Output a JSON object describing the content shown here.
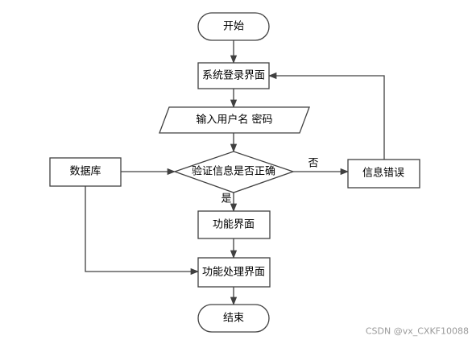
{
  "nodes": {
    "start": "开始",
    "login": "系统登录界面",
    "input": "输入用户名 密码",
    "check": "验证信息是否正确",
    "database": "数据库",
    "error": "信息错误",
    "func": "功能界面",
    "process": "功能处理界面",
    "end": "结束"
  },
  "edges": {
    "no": "否",
    "yes": "是"
  },
  "watermark": "CSDN @vx_CXKF10088"
}
